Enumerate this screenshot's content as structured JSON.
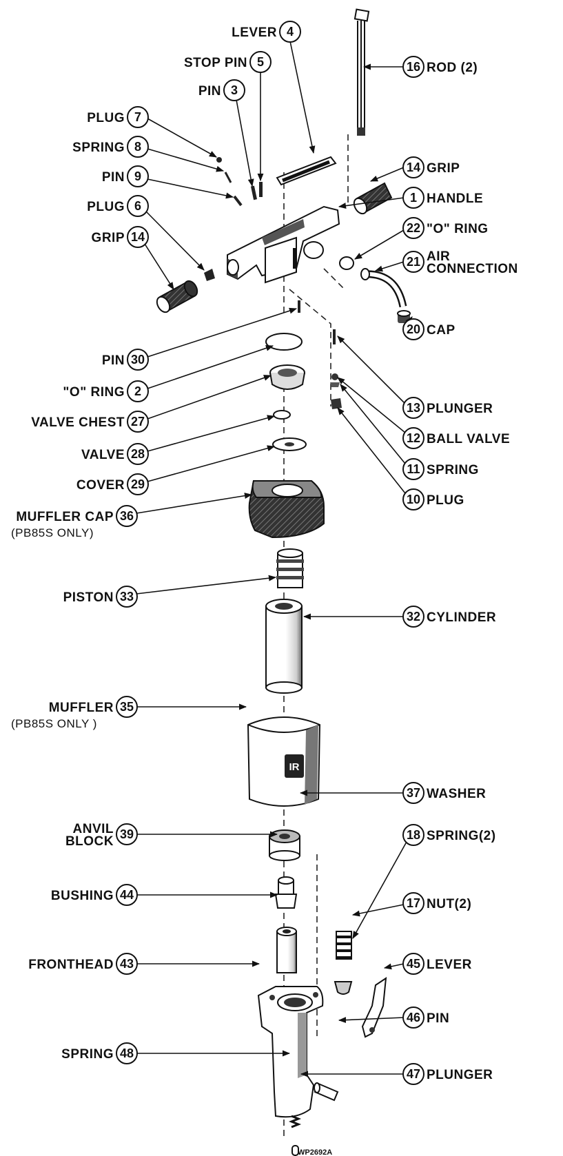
{
  "drawing_code": "WP2692A",
  "callouts": [
    {
      "id": "lever-4",
      "num": "4",
      "label": "LEVER",
      "side": "left"
    },
    {
      "id": "stop-pin-5",
      "num": "5",
      "label": "STOP PIN",
      "side": "left"
    },
    {
      "id": "pin-3",
      "num": "3",
      "label": "PIN",
      "side": "left"
    },
    {
      "id": "plug-7",
      "num": "7",
      "label": "PLUG",
      "side": "left"
    },
    {
      "id": "spring-8",
      "num": "8",
      "label": "SPRING",
      "side": "left"
    },
    {
      "id": "pin-9",
      "num": "9",
      "label": "PIN",
      "side": "left"
    },
    {
      "id": "plug-6",
      "num": "6",
      "label": "PLUG",
      "side": "left"
    },
    {
      "id": "grip-14-left",
      "num": "14",
      "label": "GRIP",
      "side": "left"
    },
    {
      "id": "pin-30",
      "num": "30",
      "label": "PIN",
      "side": "left"
    },
    {
      "id": "o-ring-2",
      "num": "2",
      "label": "\"O\" RING",
      "side": "left"
    },
    {
      "id": "valve-chest-27",
      "num": "27",
      "label": "VALVE CHEST",
      "side": "left"
    },
    {
      "id": "valve-28",
      "num": "28",
      "label": "VALVE",
      "side": "left"
    },
    {
      "id": "cover-29",
      "num": "29",
      "label": "COVER",
      "side": "left"
    },
    {
      "id": "muffler-cap-36",
      "num": "36",
      "label": "MUFFLER CAP",
      "sub": "(PB85S ONLY)",
      "side": "left"
    },
    {
      "id": "piston-33",
      "num": "33",
      "label": "PISTON",
      "side": "left"
    },
    {
      "id": "muffler-35",
      "num": "35",
      "label": "MUFFLER",
      "sub": "(PB85S ONLY )",
      "side": "left"
    },
    {
      "id": "anvil-block-39",
      "num": "39",
      "label": "ANVIL",
      "label2": "BLOCK",
      "side": "left"
    },
    {
      "id": "bushing-44",
      "num": "44",
      "label": "BUSHING",
      "side": "left"
    },
    {
      "id": "fronthead-43",
      "num": "43",
      "label": "FRONTHEAD",
      "side": "left"
    },
    {
      "id": "spring-48",
      "num": "48",
      "label": "SPRING",
      "side": "left"
    },
    {
      "id": "rod-16",
      "num": "16",
      "label": "ROD (2)",
      "side": "right"
    },
    {
      "id": "grip-14-right",
      "num": "14",
      "label": "GRIP",
      "side": "right"
    },
    {
      "id": "handle-1",
      "num": "1",
      "label": "HANDLE",
      "side": "right"
    },
    {
      "id": "o-ring-22",
      "num": "22",
      "label": "\"O\" RING",
      "side": "right"
    },
    {
      "id": "air-connection-21",
      "num": "21",
      "label": "AIR",
      "label2": "CONNECTION",
      "side": "right"
    },
    {
      "id": "cap-20",
      "num": "20",
      "label": "CAP",
      "side": "right"
    },
    {
      "id": "plunger-13",
      "num": "13",
      "label": "PLUNGER",
      "side": "right"
    },
    {
      "id": "ball-valve-12",
      "num": "12",
      "label": "BALL VALVE",
      "side": "right"
    },
    {
      "id": "spring-11",
      "num": "11",
      "label": "SPRING",
      "side": "right"
    },
    {
      "id": "plug-10",
      "num": "10",
      "label": "PLUG",
      "side": "right"
    },
    {
      "id": "cylinder-32",
      "num": "32",
      "label": "CYLINDER",
      "side": "right"
    },
    {
      "id": "washer-37",
      "num": "37",
      "label": "WASHER",
      "side": "right"
    },
    {
      "id": "spring-18",
      "num": "18",
      "label": "SPRING(2)",
      "side": "right"
    },
    {
      "id": "nut-17",
      "num": "17",
      "label": "NUT(2)",
      "side": "right"
    },
    {
      "id": "lever-45",
      "num": "45",
      "label": "LEVER",
      "side": "right"
    },
    {
      "id": "pin-46",
      "num": "46",
      "label": "PIN",
      "side": "right"
    },
    {
      "id": "plunger-47",
      "num": "47",
      "label": "PLUNGER",
      "side": "right"
    }
  ]
}
